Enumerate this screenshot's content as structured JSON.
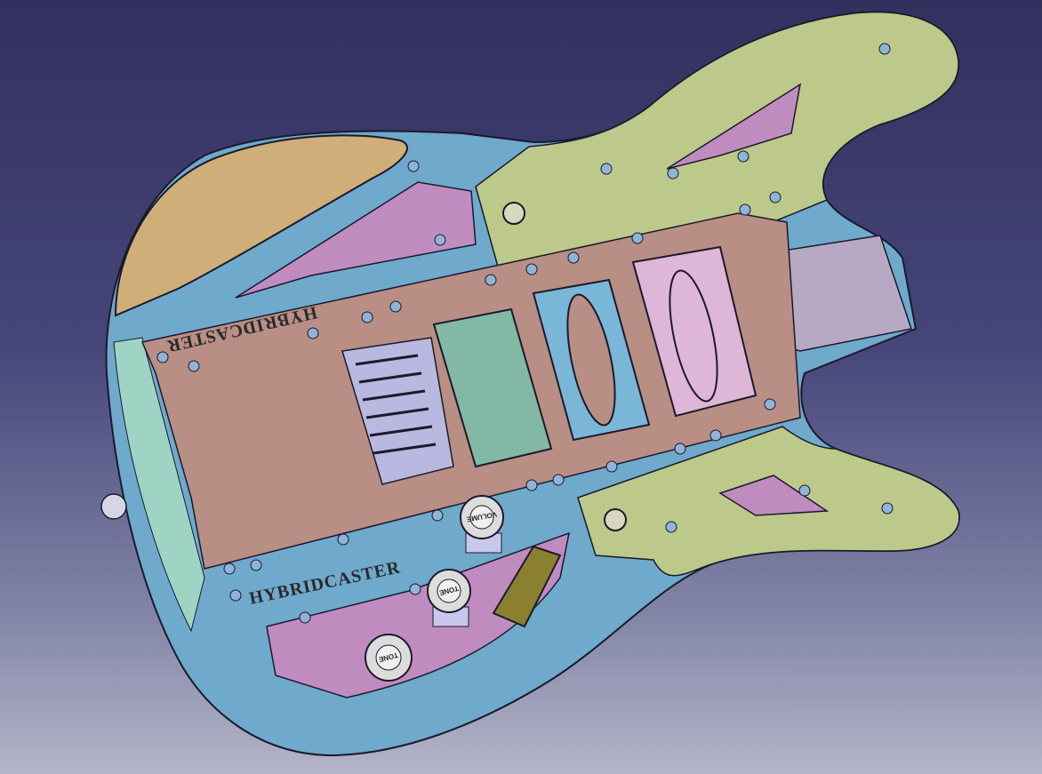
{
  "viewport": {
    "background_top": "#33305e",
    "background_bottom": "#b4b5c9"
  },
  "model": {
    "engraving_top": "HYBRIDCASTER",
    "engraving_bottom": "HYBRIDCASTER",
    "knobs": [
      {
        "label": "VOLUME"
      },
      {
        "label": "TONE"
      },
      {
        "label": "TONE"
      }
    ],
    "colors": {
      "body_blue": "#6fa9cc",
      "neck_green": "#bcc98a",
      "center_plate": "#b88e85",
      "cavity_pink": "#c08cc0",
      "top_panel": "#cfae7a",
      "bridge": "#b8b8e0",
      "pickup_green": "#82b8a4",
      "pickup_blue": "#7ab6d8",
      "pickup_pink": "#ddb6d8",
      "neck_plate": "#b7a8c4",
      "edge_teal": "#9fd4c4"
    }
  }
}
